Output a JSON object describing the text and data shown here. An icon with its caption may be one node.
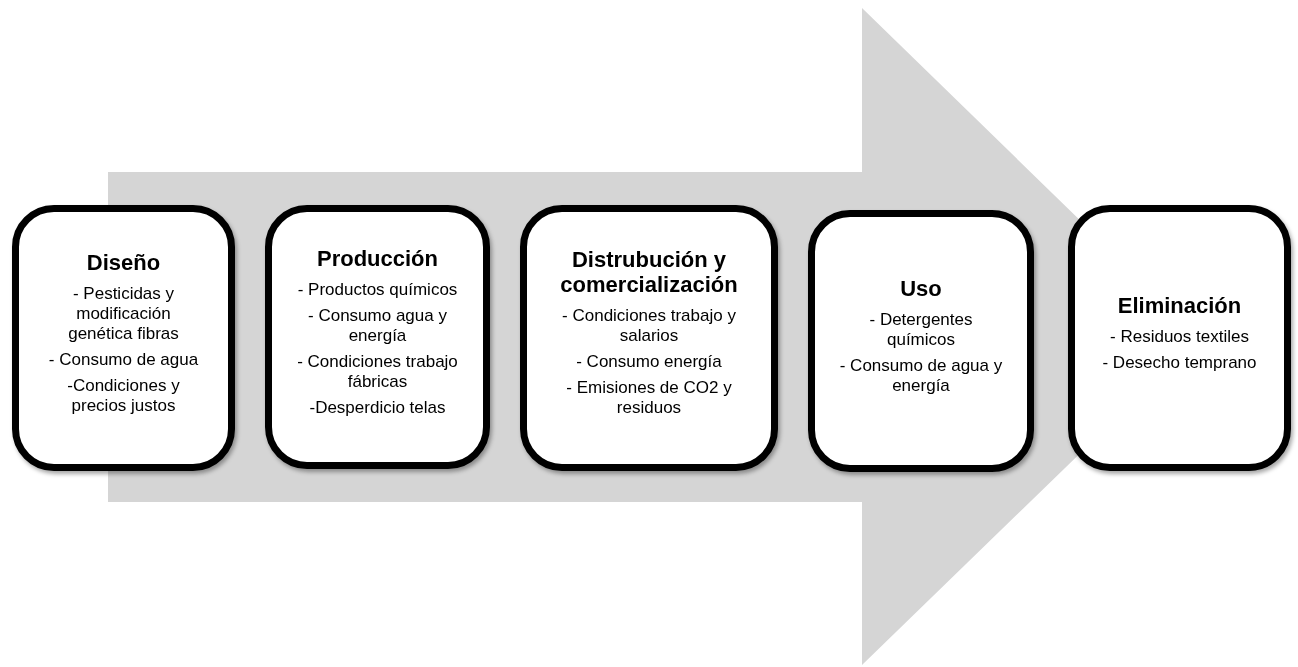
{
  "diagram": {
    "nodes": [
      {
        "text": [
          "Diseño",
          "- Pesticidas y modificación genética fibras",
          "- Consumo de agua",
          "-Condiciones y precios justos"
        ]
      },
      {
        "text": [
          "Producción",
          "- Productos químicos",
          "- Consumo agua y energía",
          "- Condiciones trabajo fábricas",
          "-Desperdicio telas"
        ]
      },
      {
        "text": [
          "Distrubución y comercialización",
          "- Condiciones trabajo y salarios",
          "- Consumo energía",
          "- Emisiones de CO2 y residuos"
        ]
      },
      {
        "text": [
          "Uso",
          "- Detergentes químicos",
          "- Consumo de agua y energía"
        ]
      },
      {
        "text": [
          "Eliminación",
          "- Residuos textiles",
          "- Desecho temprano"
        ]
      }
    ],
    "edges": [
      {
        "from": 0,
        "to": 4,
        "arrow": "to"
      }
    ]
  }
}
